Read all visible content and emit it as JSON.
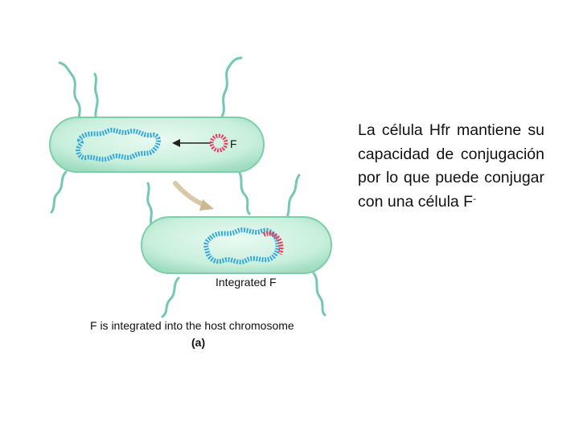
{
  "figure": {
    "label_f": "F",
    "label_integrated_f": "Integrated F",
    "caption": "F is integrated into the host chromosome",
    "panel_label": "(a)"
  },
  "colors": {
    "cell_fill": "#c8efdc",
    "cell_outline": "#6fc9a4",
    "chromosome": "#3aa9d9",
    "plasmid_f": "#e8425f",
    "pili": "#74c7b6",
    "arrow": "#d9c9a8"
  },
  "description": {
    "text": "La célula Hfr mantiene su capacidad de conjugación por lo que puede conjugar con una célula F",
    "superscript": "-"
  }
}
